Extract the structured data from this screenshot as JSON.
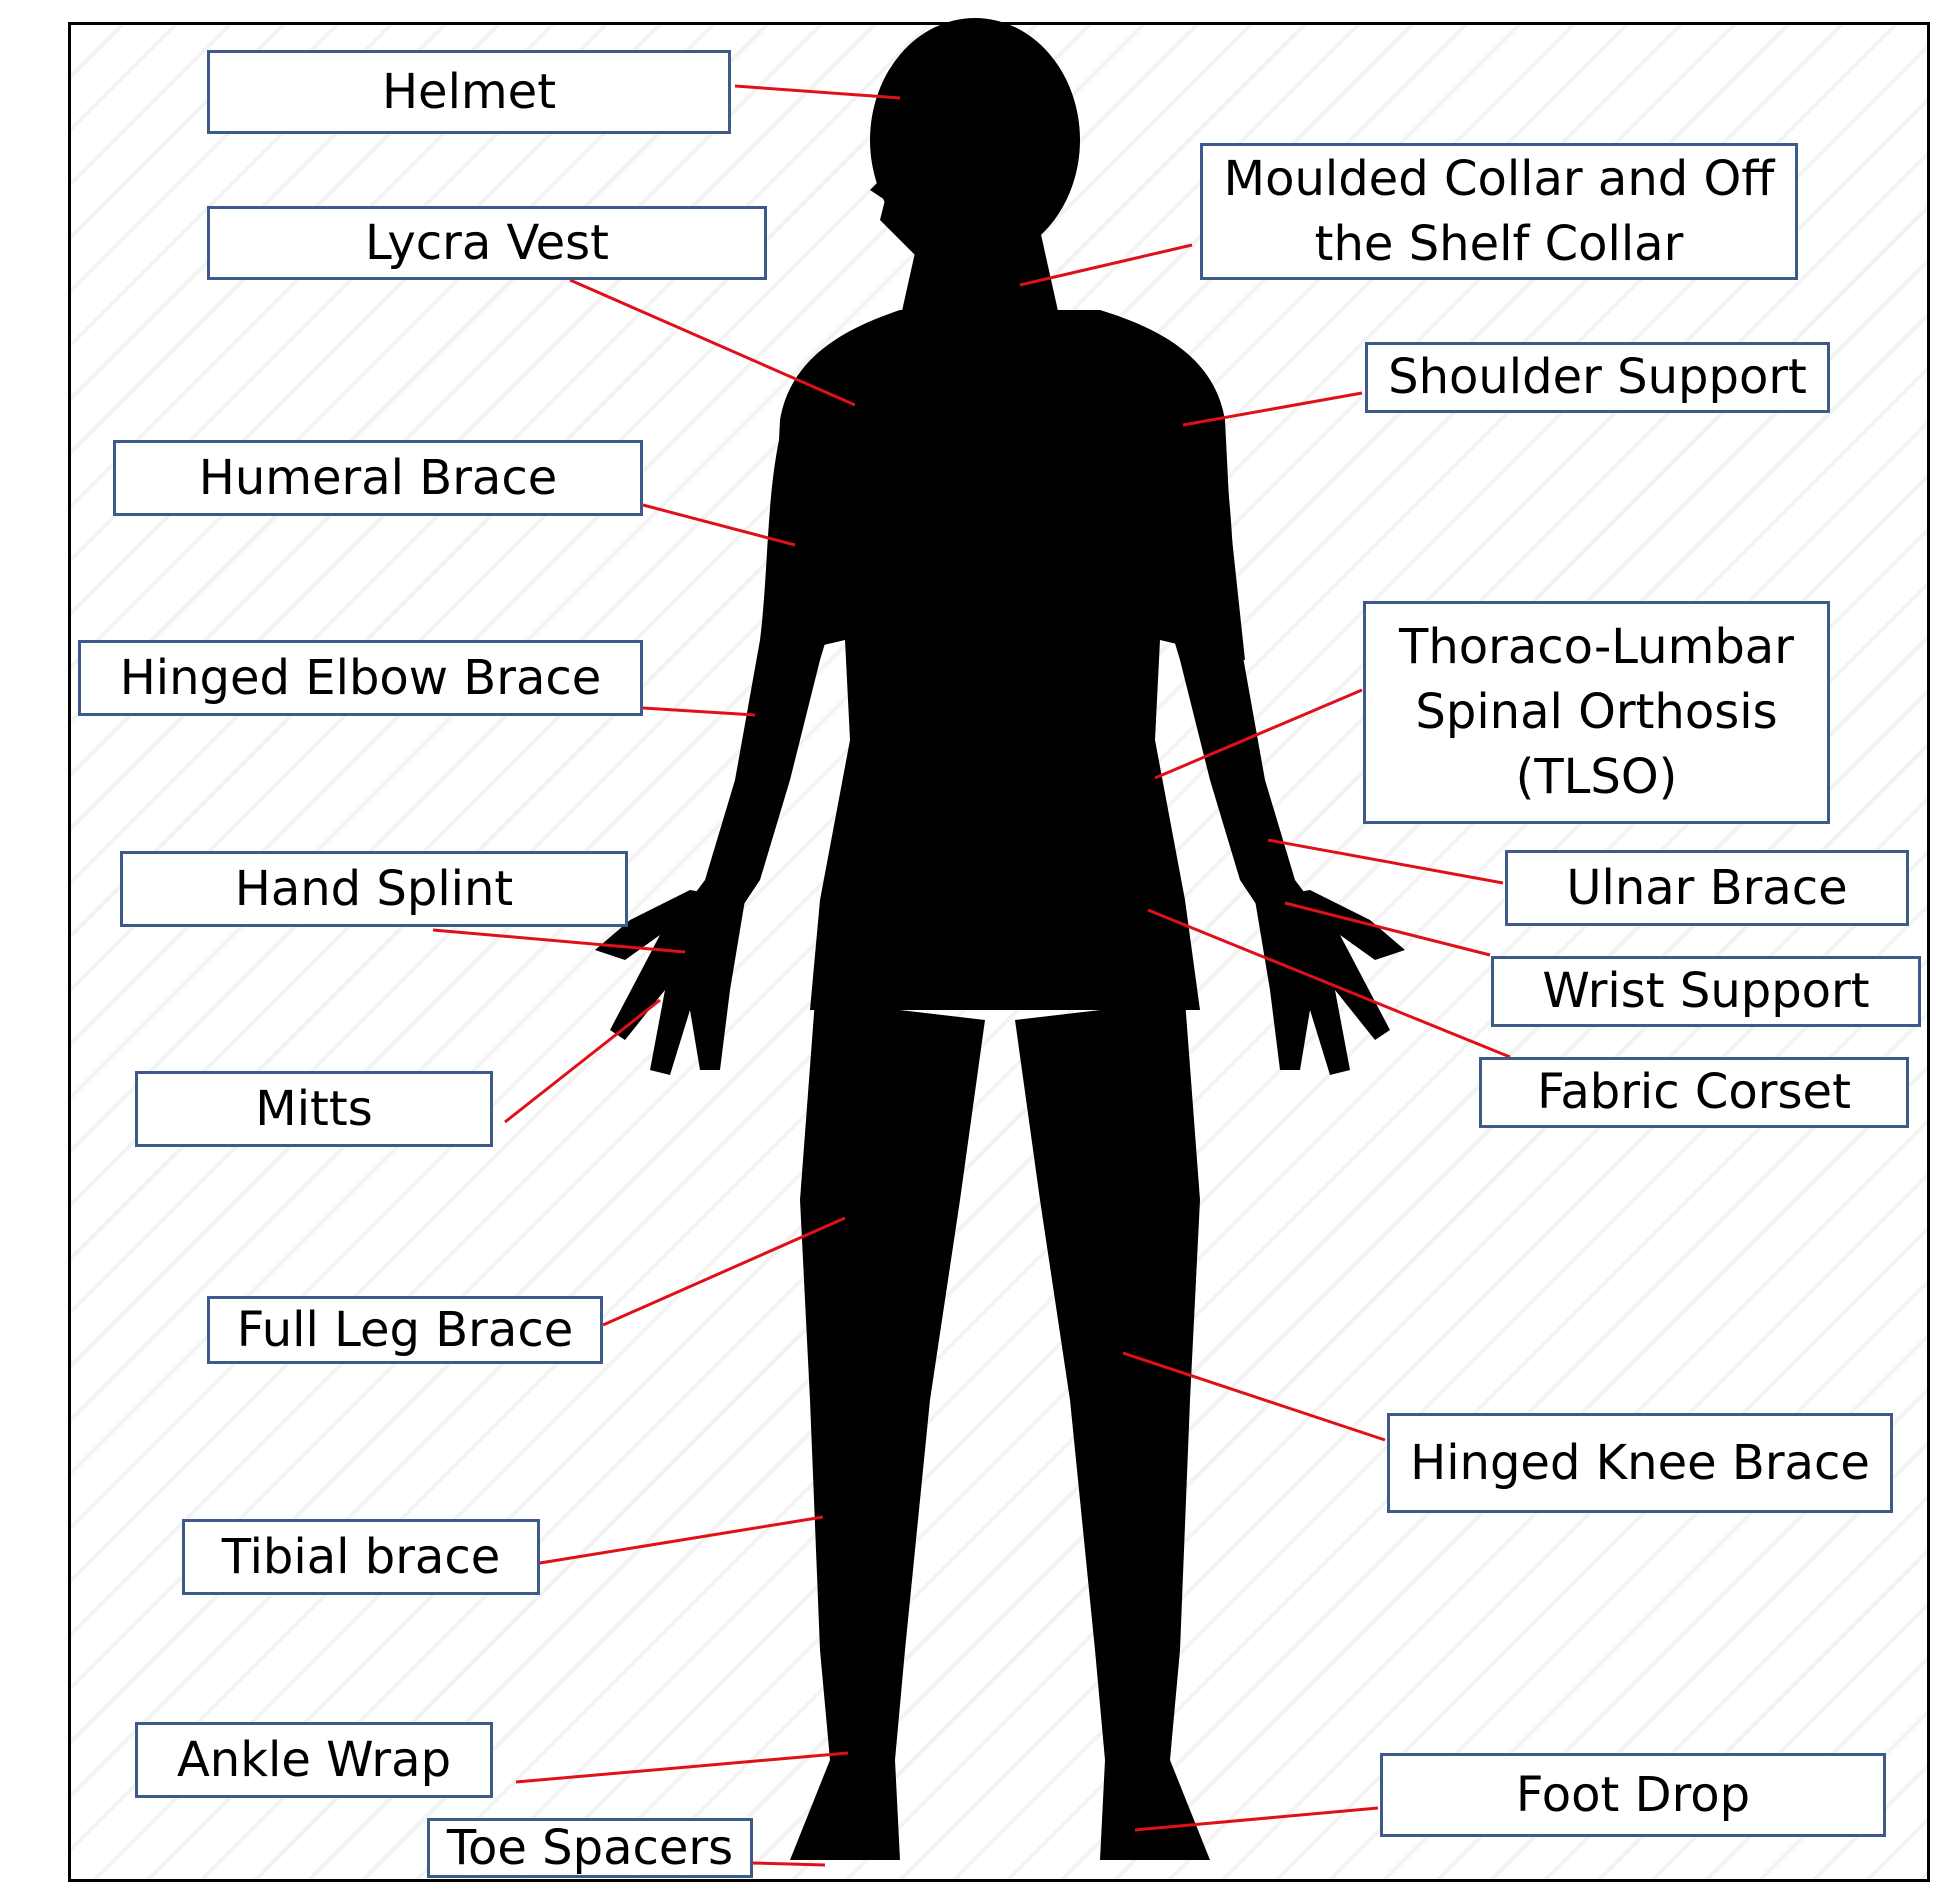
{
  "labels": {
    "helmet": "Helmet",
    "lycra_vest": "Lycra Vest",
    "humeral_brace": "Humeral Brace",
    "hinged_elbow_brace": "Hinged Elbow Brace",
    "hand_splint": "Hand Splint",
    "mitts": "Mitts",
    "full_leg_brace": "Full Leg Brace",
    "tibial_brace": "Tibial brace",
    "ankle_wrap": "Ankle Wrap",
    "toe_spacers": "Toe Spacers",
    "moulded_collar": "Moulded Collar and Off\nthe Shelf Collar",
    "shoulder_support": "Shoulder Support",
    "tlso": "Thoraco-Lumbar\nSpinal Orthosis\n(TLSO)",
    "ulnar_brace": "Ulnar Brace",
    "wrist_support": "Wrist Support",
    "fabric_corset": "Fabric Corset",
    "hinged_knee_brace": "Hinged Knee Brace",
    "foot_drop": "Foot Drop"
  },
  "colors": {
    "leader_line": "#e0101a",
    "box_border": "#3d5a8a",
    "silhouette": "#000000"
  }
}
